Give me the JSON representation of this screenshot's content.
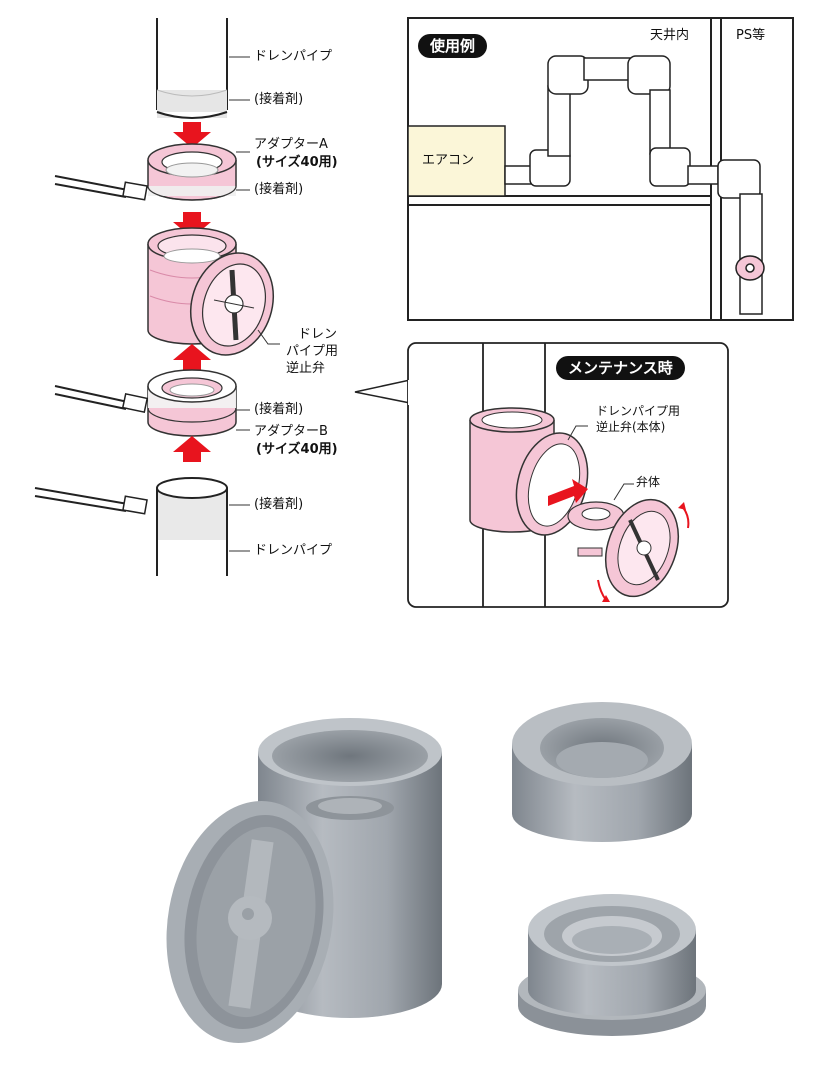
{
  "left_labels": {
    "drain_pipe_top": "ドレンパイプ",
    "adhesive_1": "(接着剤)",
    "adapter_a": "アダプターA",
    "adapter_a_size": "(サイズ40用)",
    "adhesive_2": "(接着剤)",
    "check_valve_line1": "ドレン",
    "check_valve_line2": "パイプ用",
    "check_valve_line3": "逆止弁",
    "adhesive_3": "(接着剤)",
    "adapter_b": "アダプターB",
    "adapter_b_size": "(サイズ40用)",
    "adhesive_4": "(接着剤)",
    "drain_pipe_bottom": "ドレンパイプ"
  },
  "usage_example": {
    "badge": "使用例",
    "ceiling_label": "天井内",
    "ps_label": "PS等",
    "aircon_label": "エアコン"
  },
  "maintenance": {
    "badge": "メンテナンス時",
    "valve_body_line1": "ドレンパイプ用",
    "valve_body_line2": "逆止弁(本体)",
    "valve_label": "弁体"
  },
  "colors": {
    "pink": "#f5c6d6",
    "pink_dark": "#d98aa8",
    "arrow_red": "#e8141e",
    "aircon_fill": "#fbf6d8",
    "product_gray": "#9ea4ab"
  }
}
